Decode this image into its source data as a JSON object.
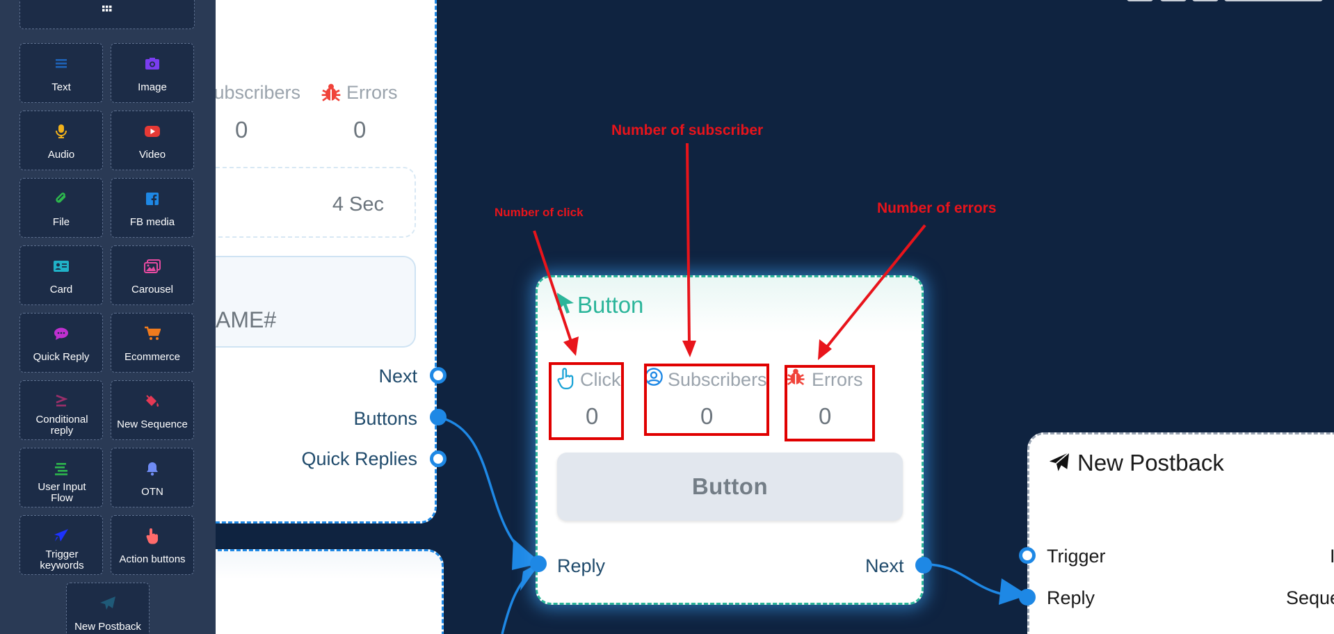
{
  "sidebar": {
    "items": [
      {
        "label": "Text",
        "icon": "text-lines-icon",
        "color": "#1e63b8"
      },
      {
        "label": "Image",
        "icon": "image-icon",
        "color": "#7a3df0"
      },
      {
        "label": "Audio",
        "icon": "microphone-icon",
        "color": "#f2b21b"
      },
      {
        "label": "Video",
        "icon": "youtube-icon",
        "color": "#e53935"
      },
      {
        "label": "File",
        "icon": "paperclip-icon",
        "color": "#2db84d"
      },
      {
        "label": "FB media",
        "icon": "facebook-icon",
        "color": "#1e88e5"
      },
      {
        "label": "Card",
        "icon": "id-card-icon",
        "color": "#20b2c8"
      },
      {
        "label": "Carousel",
        "icon": "images-icon",
        "color": "#e64aa0"
      },
      {
        "label": "Quick Reply",
        "icon": "chat-bubble-icon",
        "color": "#c030d0"
      },
      {
        "label": "Ecommerce",
        "icon": "cart-icon",
        "color": "#f07b1e"
      },
      {
        "label": "Conditional reply",
        "icon": "greater-equal-icon",
        "color": "#9b2f6a"
      },
      {
        "label": "New Sequence",
        "icon": "paint-bucket-icon",
        "color": "#e53955"
      },
      {
        "label": "User Input Flow",
        "icon": "stream-icon",
        "color": "#2db84d"
      },
      {
        "label": "OTN",
        "icon": "bell-icon",
        "color": "#6f8cf5"
      },
      {
        "label": "Trigger keywords",
        "icon": "rocket-icon",
        "color": "#1c32ff"
      },
      {
        "label": "Action buttons",
        "icon": "pointer-hand-icon",
        "color": "#ff6b6b"
      },
      {
        "label": "New Postback",
        "icon": "paper-plane-icon",
        "color": "#1f5a78"
      }
    ]
  },
  "left_card": {
    "subscribers_label": "Subscribers",
    "errors_label": "Errors",
    "subscribers_value": "0",
    "errors_value": "0",
    "delay_text": "4 Sec",
    "message_text": "AME#",
    "ports": [
      "Next",
      "Buttons",
      "Quick Replies"
    ]
  },
  "button_card": {
    "title": "Button",
    "click_label": "Click",
    "click_value": "0",
    "subscribers_label": "Subscribers",
    "subscribers_value": "0",
    "errors_label": "Errors",
    "errors_value": "0",
    "button_label": "Button",
    "reply_label": "Reply",
    "next_label": "Next"
  },
  "postback_card": {
    "title": "New Postback",
    "trigger_label": "Trigger",
    "reply_label": "Reply",
    "sequence_label": "Seque",
    "right_cut": "I"
  },
  "annotations": {
    "clicks": "Number of click",
    "subscribers": "Number of subscriber",
    "errors": "Number of errors"
  },
  "colors": {
    "canvas_bg": "#0f2340",
    "sidebar_bg": "#2a3a55",
    "connector": "#1e88e5",
    "button_title": "#2bb59a",
    "annotation": "#e8141b",
    "error_icon": "#f0433a"
  }
}
